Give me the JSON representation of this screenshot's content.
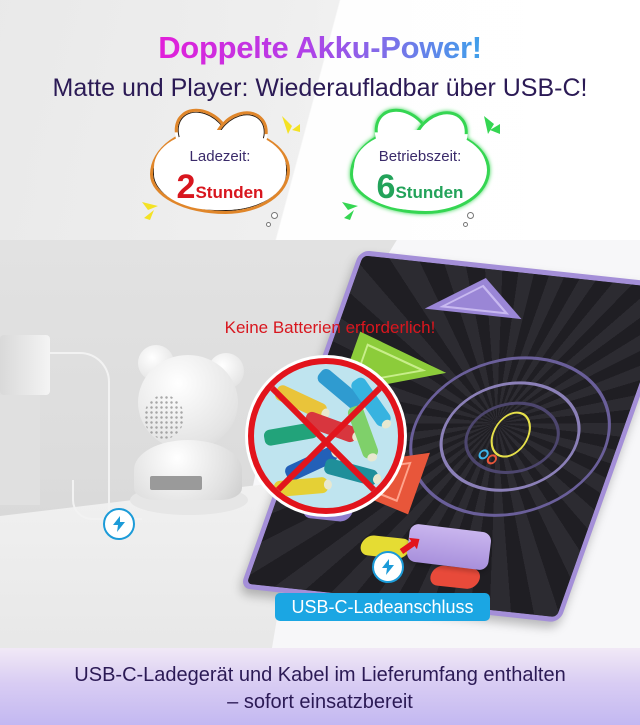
{
  "header": {
    "headline": "Doppelte Akku-Power!",
    "subline": "Matte und Player: Wiederaufladbar über USB-C!"
  },
  "badges": [
    {
      "label": "Ladezeit:",
      "number": "2",
      "unit": "Stunden",
      "color": "#d8161e",
      "border_color": "#e0862a"
    },
    {
      "label": "Betriebszeit:",
      "number": "6",
      "unit": "Stunden",
      "color": "#23a35a",
      "border_color": "#35d652"
    }
  ],
  "no_batteries": {
    "text": "Keine Batterien erforderlich!",
    "icon": "no-batteries-prohibition-icon",
    "color": "#e2141c"
  },
  "player": {
    "icon": "lightning-bolt-icon"
  },
  "mat": {
    "icon": "lightning-bolt-icon",
    "port_label": "USB-C-Ladeanschluss",
    "label_color": "#1ba6e3"
  },
  "footer": {
    "line1": "USB-C-Ladegerät und Kabel im Lieferumfang enthalten",
    "line2": "– sofort einsatzbereit"
  },
  "colors": {
    "headline_gradient": [
      "#e21fd9",
      "#b23fe8",
      "#7f6ee9",
      "#3fa0ea"
    ],
    "text_dark": "#2b1a55",
    "mat_border": "#a48fd8",
    "bolt_blue": "#1c9bd8"
  }
}
